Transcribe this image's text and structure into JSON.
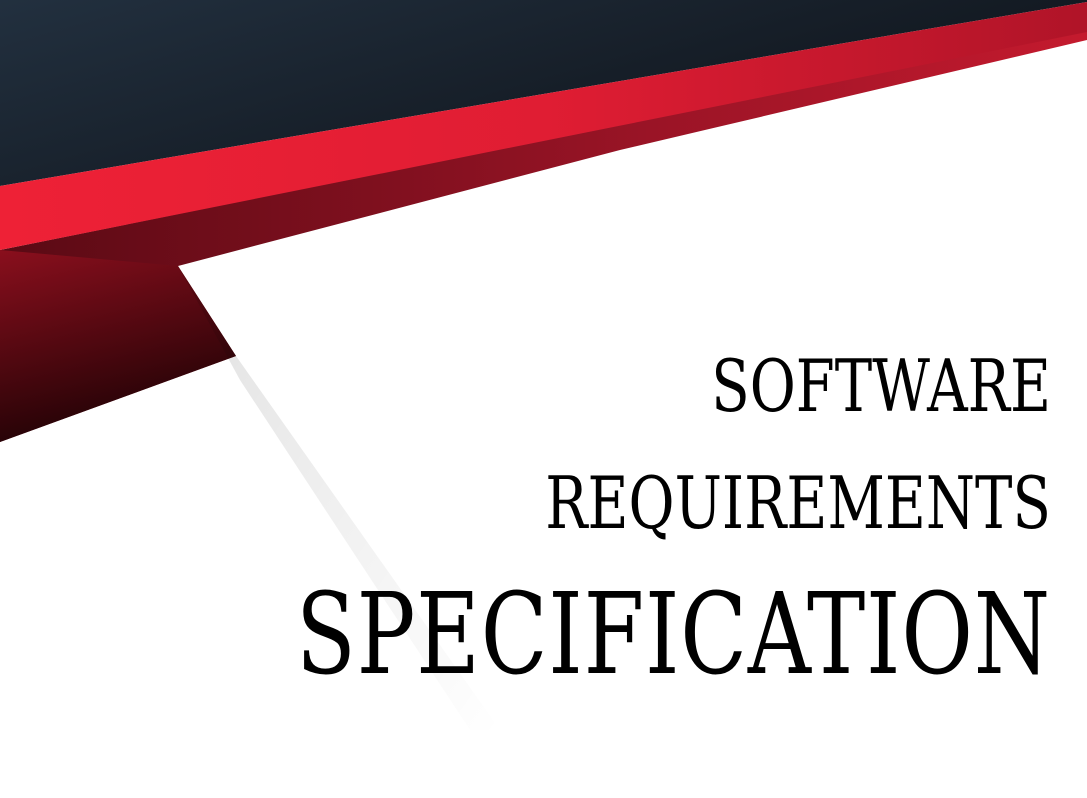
{
  "cover": {
    "title_line_1": "SOFTWARE",
    "title_line_2": "REQUIREMENTS",
    "title_line_3": "SPECIFICATION"
  },
  "colors": {
    "navy": "#1c2736",
    "red": "#e31e35",
    "dark_red": "#3a0509",
    "background": "#ffffff",
    "text": "#000000"
  }
}
